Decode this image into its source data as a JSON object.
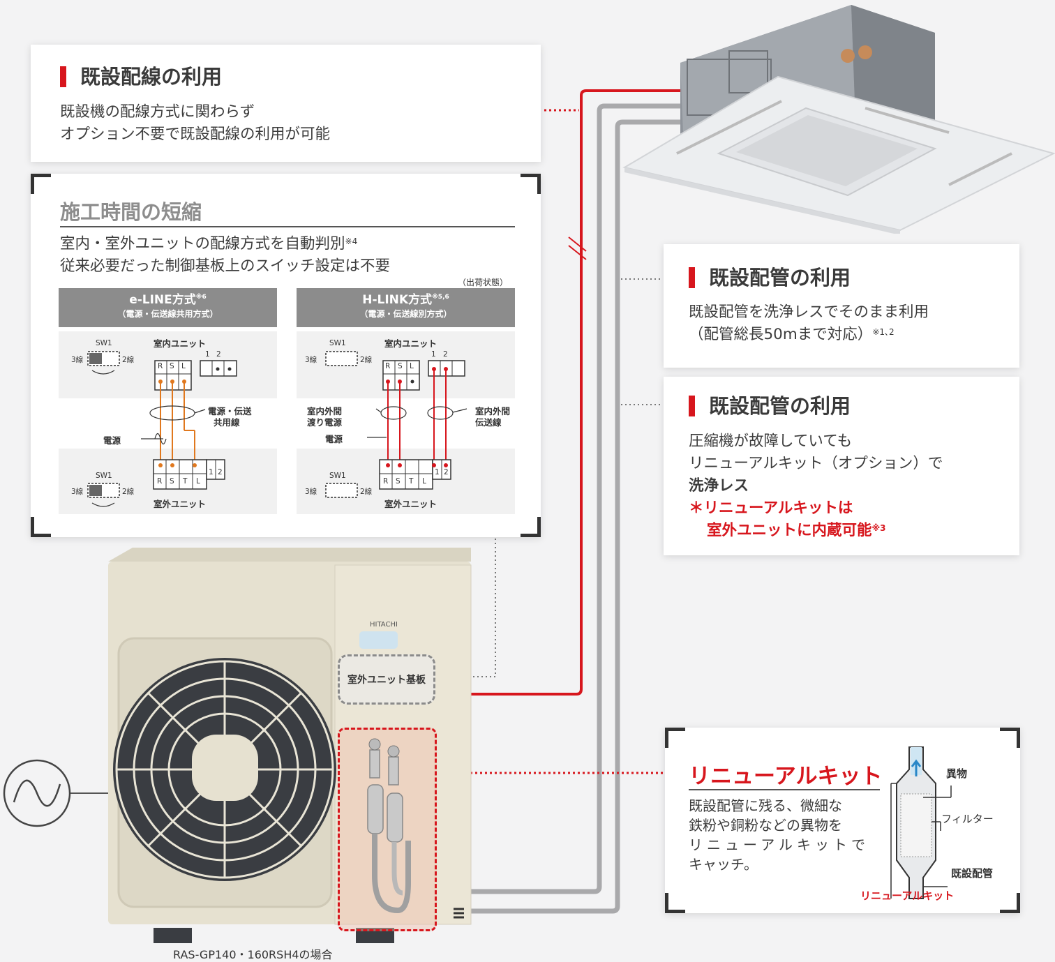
{
  "card_wiring": {
    "title": "既設配線の利用",
    "line1": "既設機の配線方式に関わらず",
    "line2": "オプション不要で既設配線の利用が可能"
  },
  "card_time": {
    "title": "施工時間の短縮",
    "line1": "室内・室外ユニットの配線方式を自動判別",
    "line1_note": "※4",
    "line2": "従来必要だった制御基板上のスイッチ設定は不要",
    "shipping_note": "（出荷状態）"
  },
  "diagram_eline": {
    "title": "e-LINE方式",
    "title_note": "※6",
    "subtitle": "（電源・伝送線共用方式）",
    "sw_label": "SW1",
    "sw_left": "3線",
    "sw_right": "2線",
    "indoor_label": "室内ユニット",
    "outdoor_label": "室外ユニット",
    "term_r": "R",
    "term_s": "S",
    "term_l": "L",
    "term_t": "T",
    "term_1": "1",
    "term_2": "2",
    "cable_label_1": "電源・伝送",
    "cable_label_2": "共用線",
    "power_label": "電源"
  },
  "diagram_hlink": {
    "title": "H-LINK方式",
    "title_note": "※5,6",
    "subtitle": "（電源・伝送線別方式）",
    "sw_label": "SW1",
    "sw_left": "3線",
    "sw_right": "2線",
    "indoor_label": "室内ユニット",
    "outdoor_label": "室外ユニット",
    "term_r": "R",
    "term_s": "S",
    "term_l": "L",
    "term_t": "T",
    "term_1": "1",
    "term_2": "2",
    "left_cable_1": "室内外間",
    "left_cable_2": "渡り電源",
    "right_cable_1": "室内外間",
    "right_cable_2": "伝送線",
    "power_label": "電源"
  },
  "card_pipe1": {
    "title": "既設配管の利用",
    "line1": "既設配管を洗浄レスでそのまま利用",
    "line2": "（配管総長50mまで対応）",
    "line2_note": "※1､2"
  },
  "card_pipe2": {
    "title": "既設配管の利用",
    "line1": "圧縮機が故障していても",
    "line2": "リニューアルキット（オプション）で",
    "line3": "洗浄レス",
    "red1": "＊リニューアルキットは",
    "red2": "室外ユニットに内蔵可能",
    "red2_note": "※3"
  },
  "card_kit": {
    "title": "リニューアルキット",
    "line1": "既設配管に残る、微細な",
    "line2": "鉄粉や銅粉などの異物を",
    "line3": "リニューアルキットで",
    "line4": "キャッチ。",
    "label_foreign": "異物",
    "label_filter": "フィルター",
    "label_pipe": "既設配管",
    "label_kit": "リニューアルキット"
  },
  "outdoor_unit": {
    "brand": "HITACHI",
    "board_label": "室外ユニット基板",
    "caption": "RAS-GP140・160RSH4の場合"
  },
  "colors": {
    "accent_red": "#d7161d",
    "pipe_gray": "#a9a9ab",
    "wire_orange": "#e0781e"
  }
}
